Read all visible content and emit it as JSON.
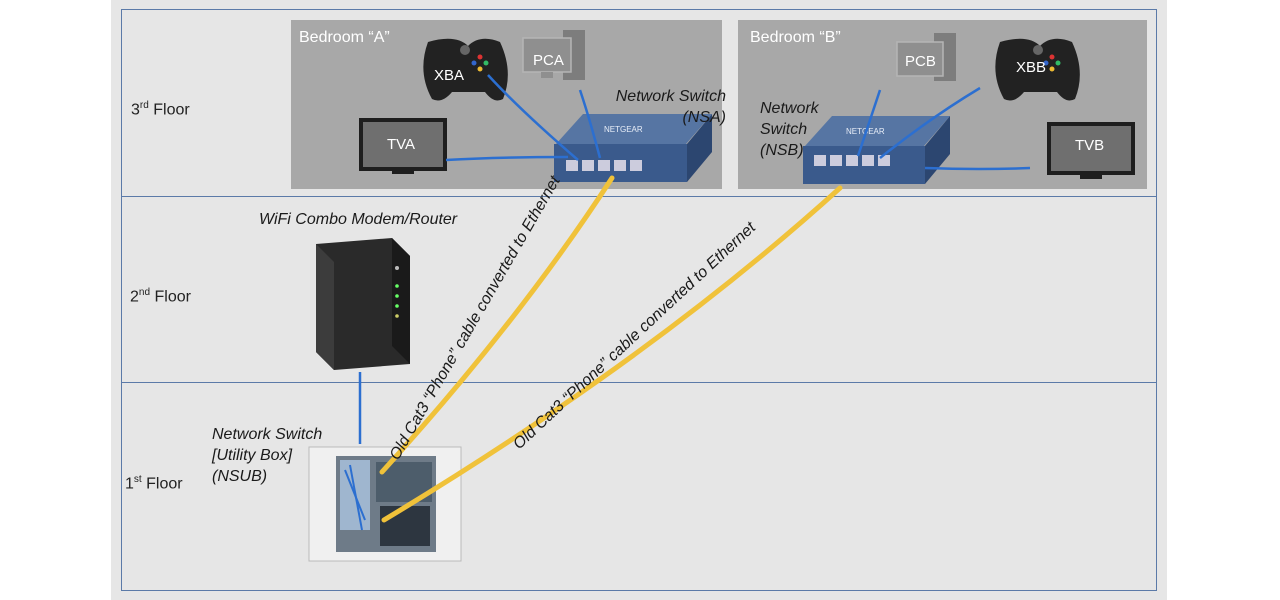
{
  "floors": {
    "third": {
      "num": "3",
      "suffix": "rd",
      "word": "Floor"
    },
    "second": {
      "num": "2",
      "suffix": "nd",
      "word": "Floor"
    },
    "first": {
      "num": "1",
      "suffix": "st",
      "word": "Floor"
    }
  },
  "rooms": {
    "a": {
      "title": "Bedroom “A”"
    },
    "b": {
      "title": "Bedroom “B”"
    }
  },
  "devices": {
    "xba": "XBA",
    "pca": "PCA",
    "tva": "TVA",
    "pcb": "PCB",
    "xbb": "XBB",
    "tvb": "TVB"
  },
  "switch_brand": "NETGEAR",
  "labels": {
    "nsa_line1": "Network Switch",
    "nsa_line2": "(NSA)",
    "nsb_line1": "Network",
    "nsb_line2": "Switch",
    "nsb_line3": "(NSB)",
    "modem": "WiFi Combo Modem/Router",
    "nsub_line1": "Network Switch",
    "nsub_line2": "[Utility Box]",
    "nsub_line3": "(NSUB)"
  },
  "cables": {
    "cable_a": "Old Cat3 “Phone” cable converted to Ethernet",
    "cable_b": "Old Cat3 “Phone” cable converted to Ethernet"
  },
  "colors": {
    "frame": "#5b7aa8",
    "room_bg": "#a8a8a8",
    "ethernet": "#2c6fd0",
    "cat3": "#f0c23a",
    "switch_body": "#3a5a8c"
  }
}
